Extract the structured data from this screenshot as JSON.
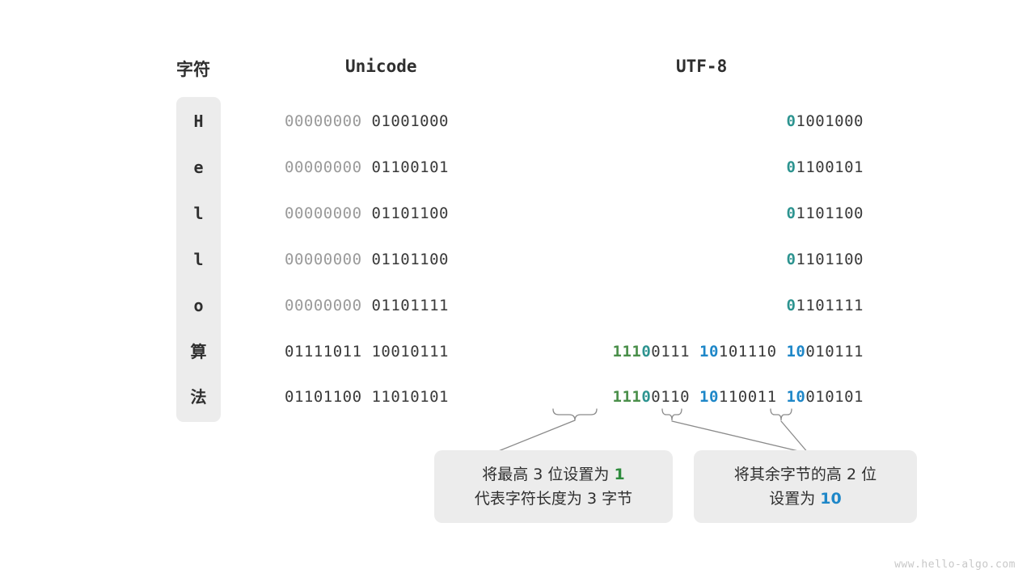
{
  "headers": {
    "character": "字符",
    "unicode": "Unicode",
    "utf8": "UTF-8"
  },
  "colors": {
    "panel_bg": "#ececec",
    "text_dark": "#3a3a3a",
    "text_dim": "#9a9a9a",
    "teal": "#2d9490",
    "green": "#4a8f4a",
    "blue": "#1e87c8",
    "connector": "#888888",
    "watermark": "#c8c8c8"
  },
  "rows": [
    {
      "char": "H",
      "unicode_high": "00000000",
      "unicode_low": "01001000",
      "utf8_segments": [
        {
          "text": "0",
          "style": "teal"
        },
        {
          "text": "1001000",
          "style": "plain"
        }
      ]
    },
    {
      "char": "e",
      "unicode_high": "00000000",
      "unicode_low": "01100101",
      "utf8_segments": [
        {
          "text": "0",
          "style": "teal"
        },
        {
          "text": "1100101",
          "style": "plain"
        }
      ]
    },
    {
      "char": "l",
      "unicode_high": "00000000",
      "unicode_low": "01101100",
      "utf8_segments": [
        {
          "text": "0",
          "style": "teal"
        },
        {
          "text": "1101100",
          "style": "plain"
        }
      ]
    },
    {
      "char": "l",
      "unicode_high": "00000000",
      "unicode_low": "01101100",
      "utf8_segments": [
        {
          "text": "0",
          "style": "teal"
        },
        {
          "text": "1101100",
          "style": "plain"
        }
      ]
    },
    {
      "char": "o",
      "unicode_high": "00000000",
      "unicode_low": "01101111",
      "utf8_segments": [
        {
          "text": "0",
          "style": "teal"
        },
        {
          "text": "1101111",
          "style": "plain"
        }
      ]
    },
    {
      "char": "算",
      "unicode_high": "01111011",
      "unicode_low": "10010111",
      "unicode_high_dark": true,
      "utf8_segments": [
        {
          "text": "111",
          "style": "green"
        },
        {
          "text": "0",
          "style": "teal"
        },
        {
          "text": "0111 ",
          "style": "plain"
        },
        {
          "text": "10",
          "style": "blue"
        },
        {
          "text": "101110 ",
          "style": "plain"
        },
        {
          "text": "10",
          "style": "blue"
        },
        {
          "text": "010111",
          "style": "plain"
        }
      ]
    },
    {
      "char": "法",
      "unicode_high": "01101100",
      "unicode_low": "11010101",
      "unicode_high_dark": true,
      "utf8_segments": [
        {
          "text": "111",
          "style": "green"
        },
        {
          "text": "0",
          "style": "teal"
        },
        {
          "text": "0110 ",
          "style": "plain"
        },
        {
          "text": "10",
          "style": "blue"
        },
        {
          "text": "110011 ",
          "style": "plain"
        },
        {
          "text": "10",
          "style": "blue"
        },
        {
          "text": "010101",
          "style": "plain"
        }
      ]
    }
  ],
  "callouts": {
    "left": {
      "line1_parts": [
        {
          "text": "将最高 3 位设置为 ",
          "style": "normal"
        },
        {
          "text": "1",
          "style": "green"
        }
      ],
      "line2_parts": [
        {
          "text": "代表字符长度为 3 字节",
          "style": "normal"
        }
      ]
    },
    "right": {
      "line1_parts": [
        {
          "text": "将其余字节的高 2 位",
          "style": "normal"
        }
      ],
      "line2_parts": [
        {
          "text": "设置为 ",
          "style": "normal"
        },
        {
          "text": "10",
          "style": "blue"
        }
      ]
    }
  },
  "watermark": "www.hello-algo.com"
}
